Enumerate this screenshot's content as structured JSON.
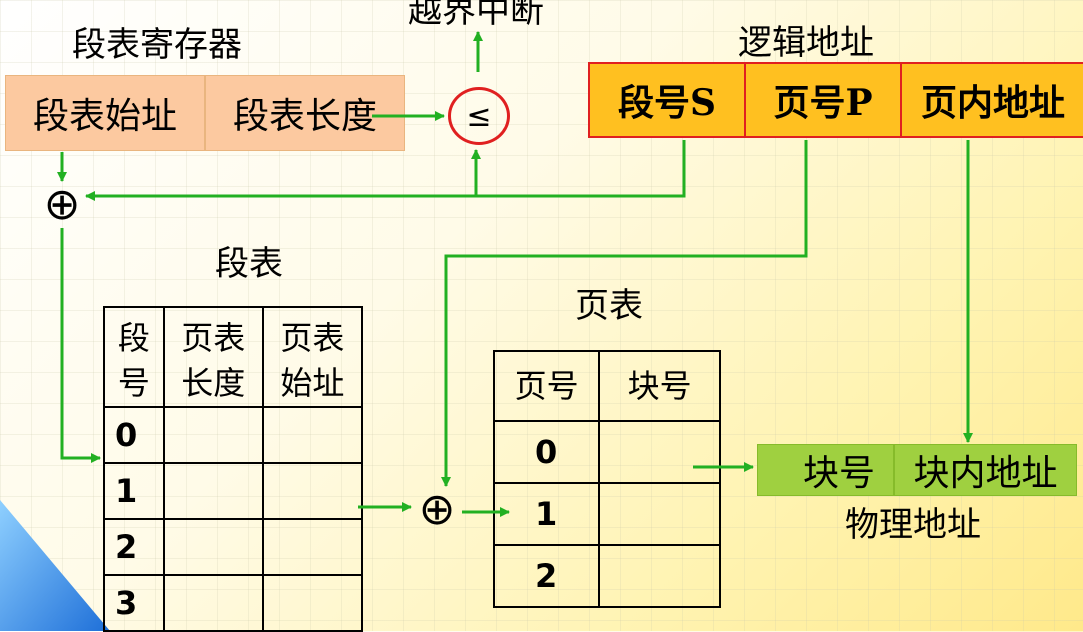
{
  "overflow_label": "越界中断",
  "segment_register": {
    "title": "段表寄存器",
    "base": "段表始址",
    "length": "段表长度"
  },
  "compare_symbol": "≤",
  "logical_address": {
    "title": "逻辑地址",
    "segment": "段号S",
    "page": "页号P",
    "offset": "页内地址"
  },
  "segment_table": {
    "title": "段表",
    "headers": {
      "col1_line1": "段",
      "col1_line2": "号",
      "col2_line1": "页表",
      "col2_line2": "长度",
      "col3_line1": "页表",
      "col3_line2": "始址"
    },
    "rows": [
      "0",
      "1",
      "2",
      "3"
    ]
  },
  "page_table": {
    "title": "页表",
    "headers": {
      "page_no": "页号",
      "block_no": "块号"
    },
    "rows": [
      "0",
      "1",
      "2"
    ]
  },
  "physical_address": {
    "title": "物理地址",
    "block": "块号",
    "offset": "块内地址"
  },
  "adder_symbol": "⊕",
  "colors": {
    "register": "#fcc9a0",
    "logical": "#ffc020",
    "physical": "#9fd040",
    "arrow": "#22b022",
    "compare_ring": "#e02020",
    "corner": "#3399ee"
  }
}
